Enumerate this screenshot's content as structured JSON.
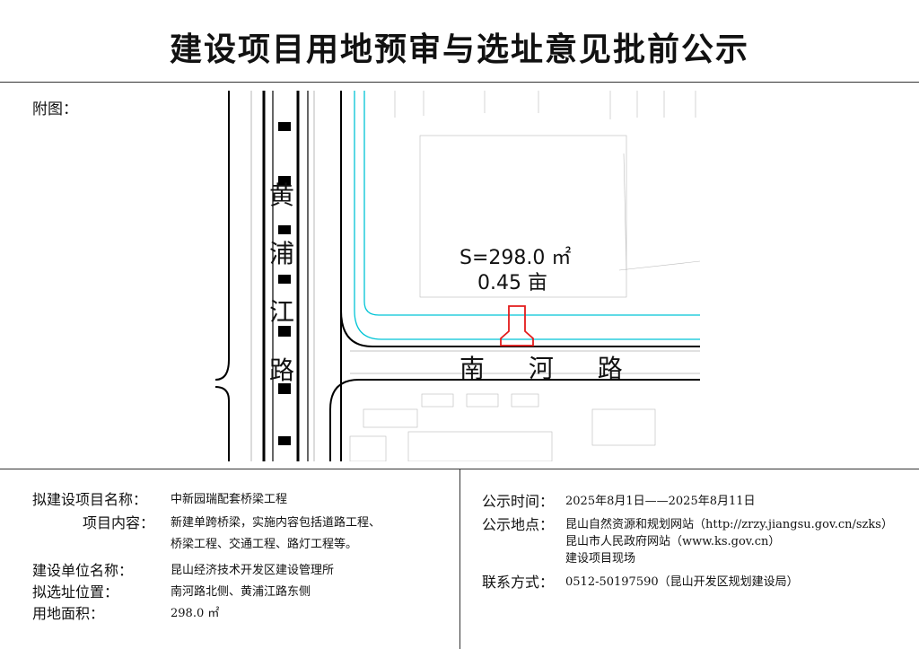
{
  "title": "建设项目用地预审与选址意见批前公示",
  "figure": {
    "label": "附图：",
    "area_text": "S=298.0 ㎡",
    "mu_text": "0.45 亩",
    "road_vertical": [
      "黄",
      "浦",
      "江",
      "路"
    ],
    "road_horizontal": "南 河 路",
    "colors": {
      "boundary": "#00c4d6",
      "site": "#e31b1b",
      "roads": "#000000"
    }
  },
  "left_info": [
    {
      "label": "拟建设项目名称：",
      "value": "中新园瑞配套桥梁工程"
    },
    {
      "label": "项目内容：",
      "value": "新建单跨桥梁，实施内容包括道路工程、",
      "value2": "桥梁工程、交通工程、路灯工程等。"
    },
    {
      "label": "建设单位名称：",
      "value": "昆山经济技术开发区建设管理所"
    },
    {
      "label": "拟选址位置：",
      "value": "南河路北侧、黄浦江路东侧"
    },
    {
      "label": "用地面积：",
      "value": "298.0 ㎡"
    }
  ],
  "right_info": {
    "time_label": "公示时间：",
    "time_value": "2025年8月1日——2025年8月11日",
    "place_label": "公示地点：",
    "place_lines": [
      "昆山自然资源和规划网站（http://zrzy.jiangsu.gov.cn/szks）",
      "昆山市人民政府网站（www.ks.gov.cn）",
      "建设项目现场"
    ],
    "contact_label": "联系方式：",
    "contact_value": "0512-50197590（昆山开发区规划建设局）"
  }
}
